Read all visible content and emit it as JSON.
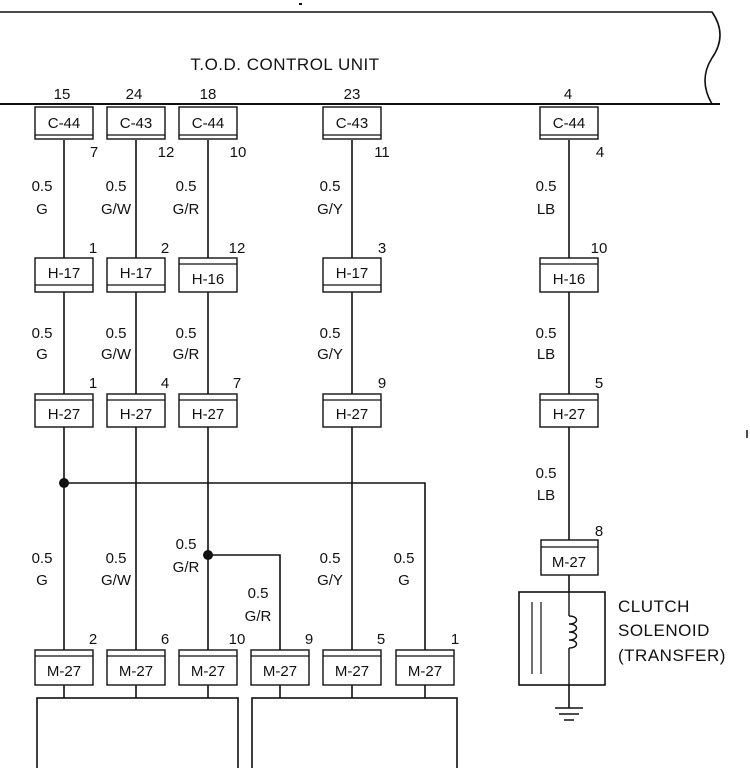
{
  "title": "T.O.D. CONTROL UNIT",
  "clutch_label": [
    "CLUTCH",
    "SOLENOID",
    "(TRANSFER)"
  ],
  "top_pins": [
    "15",
    "24",
    "18",
    "23",
    "4"
  ],
  "row_c": [
    {
      "name": "C-44",
      "pin": "7"
    },
    {
      "name": "C-43",
      "pin": "12"
    },
    {
      "name": "C-44",
      "pin": "10"
    },
    {
      "name": "C-43",
      "pin": "11"
    },
    {
      "name": "C-44",
      "pin": "4"
    }
  ],
  "row_h1": [
    {
      "name": "H-17",
      "pin": "1"
    },
    {
      "name": "H-17",
      "pin": "2"
    },
    {
      "name": "H-16",
      "pin": "12"
    },
    {
      "name": "H-17",
      "pin": "3"
    },
    {
      "name": "H-16",
      "pin": "10"
    }
  ],
  "row_h2": [
    {
      "name": "H-27",
      "pin": "1"
    },
    {
      "name": "H-27",
      "pin": "4"
    },
    {
      "name": "H-27",
      "pin": "7"
    },
    {
      "name": "H-27",
      "pin": "9"
    },
    {
      "name": "H-27",
      "pin": "5"
    }
  ],
  "row_m": [
    {
      "name": "M-27",
      "pin": "2"
    },
    {
      "name": "M-27",
      "pin": "6"
    },
    {
      "name": "M-27",
      "pin": "10"
    },
    {
      "name": "M-27",
      "pin": "9"
    },
    {
      "name": "M-27",
      "pin": "5"
    },
    {
      "name": "M-27",
      "pin": "1"
    }
  ],
  "solenoid_conn": {
    "name": "M-27",
    "pin": "8"
  },
  "wires_seg1": [
    [
      "0.5",
      "G"
    ],
    [
      "0.5",
      "G/W"
    ],
    [
      "0.5",
      "G/R"
    ],
    [
      "0.5",
      "G/Y"
    ],
    [
      "0.5",
      "LB"
    ]
  ],
  "wires_seg2": [
    [
      "0.5",
      "G"
    ],
    [
      "0.5",
      "G/W"
    ],
    [
      "0.5",
      "G/R"
    ],
    [
      "0.5",
      "G/Y"
    ],
    [
      "0.5",
      "LB"
    ]
  ],
  "wires_seg3": [
    [
      "0.5",
      "G"
    ],
    [
      "0.5",
      "G/W"
    ],
    [
      "0.5",
      "G/R"
    ],
    [
      "0.5",
      "G/R"
    ],
    [
      "0.5",
      "G/Y"
    ],
    [
      "0.5",
      "G"
    ],
    [
      "0.5",
      "LB"
    ]
  ]
}
